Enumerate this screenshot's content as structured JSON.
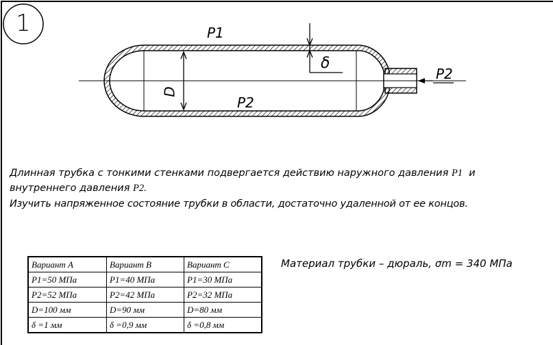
{
  "problem_number": "1",
  "diagram": {
    "label_p1": "P1",
    "label_p2_inner": "P2",
    "label_p2_outer": "P2",
    "label_d": "D",
    "label_delta": "δ"
  },
  "text": {
    "line1": "Длинная трубка с тонкими стенками подвергается действию наружного давления",
    "line1_sym": "P1",
    "line1_end": "и",
    "line2": "внутреннего давления",
    "line2_sym": "P2.",
    "line3": "Изучить напряженное состояние трубки в области, достаточно удаленной от ее концов."
  },
  "material": "Материал трубки – дюраль, σm = 340 МПа",
  "table": {
    "headers": [
      "Вариант A",
      "Вариант B",
      "Вариант C"
    ],
    "rows": [
      [
        "P1=50 МПа",
        "P1=40 МПа",
        "P1=30 МПа"
      ],
      [
        "P2=52 МПа",
        "P2=42 МПа",
        "P2=32 МПа"
      ],
      [
        "D=100 мм",
        "D=90 мм",
        "D=80 мм"
      ],
      [
        "δ =1 мм",
        "δ =0,9 мм",
        "δ =0,8 мм"
      ]
    ]
  }
}
